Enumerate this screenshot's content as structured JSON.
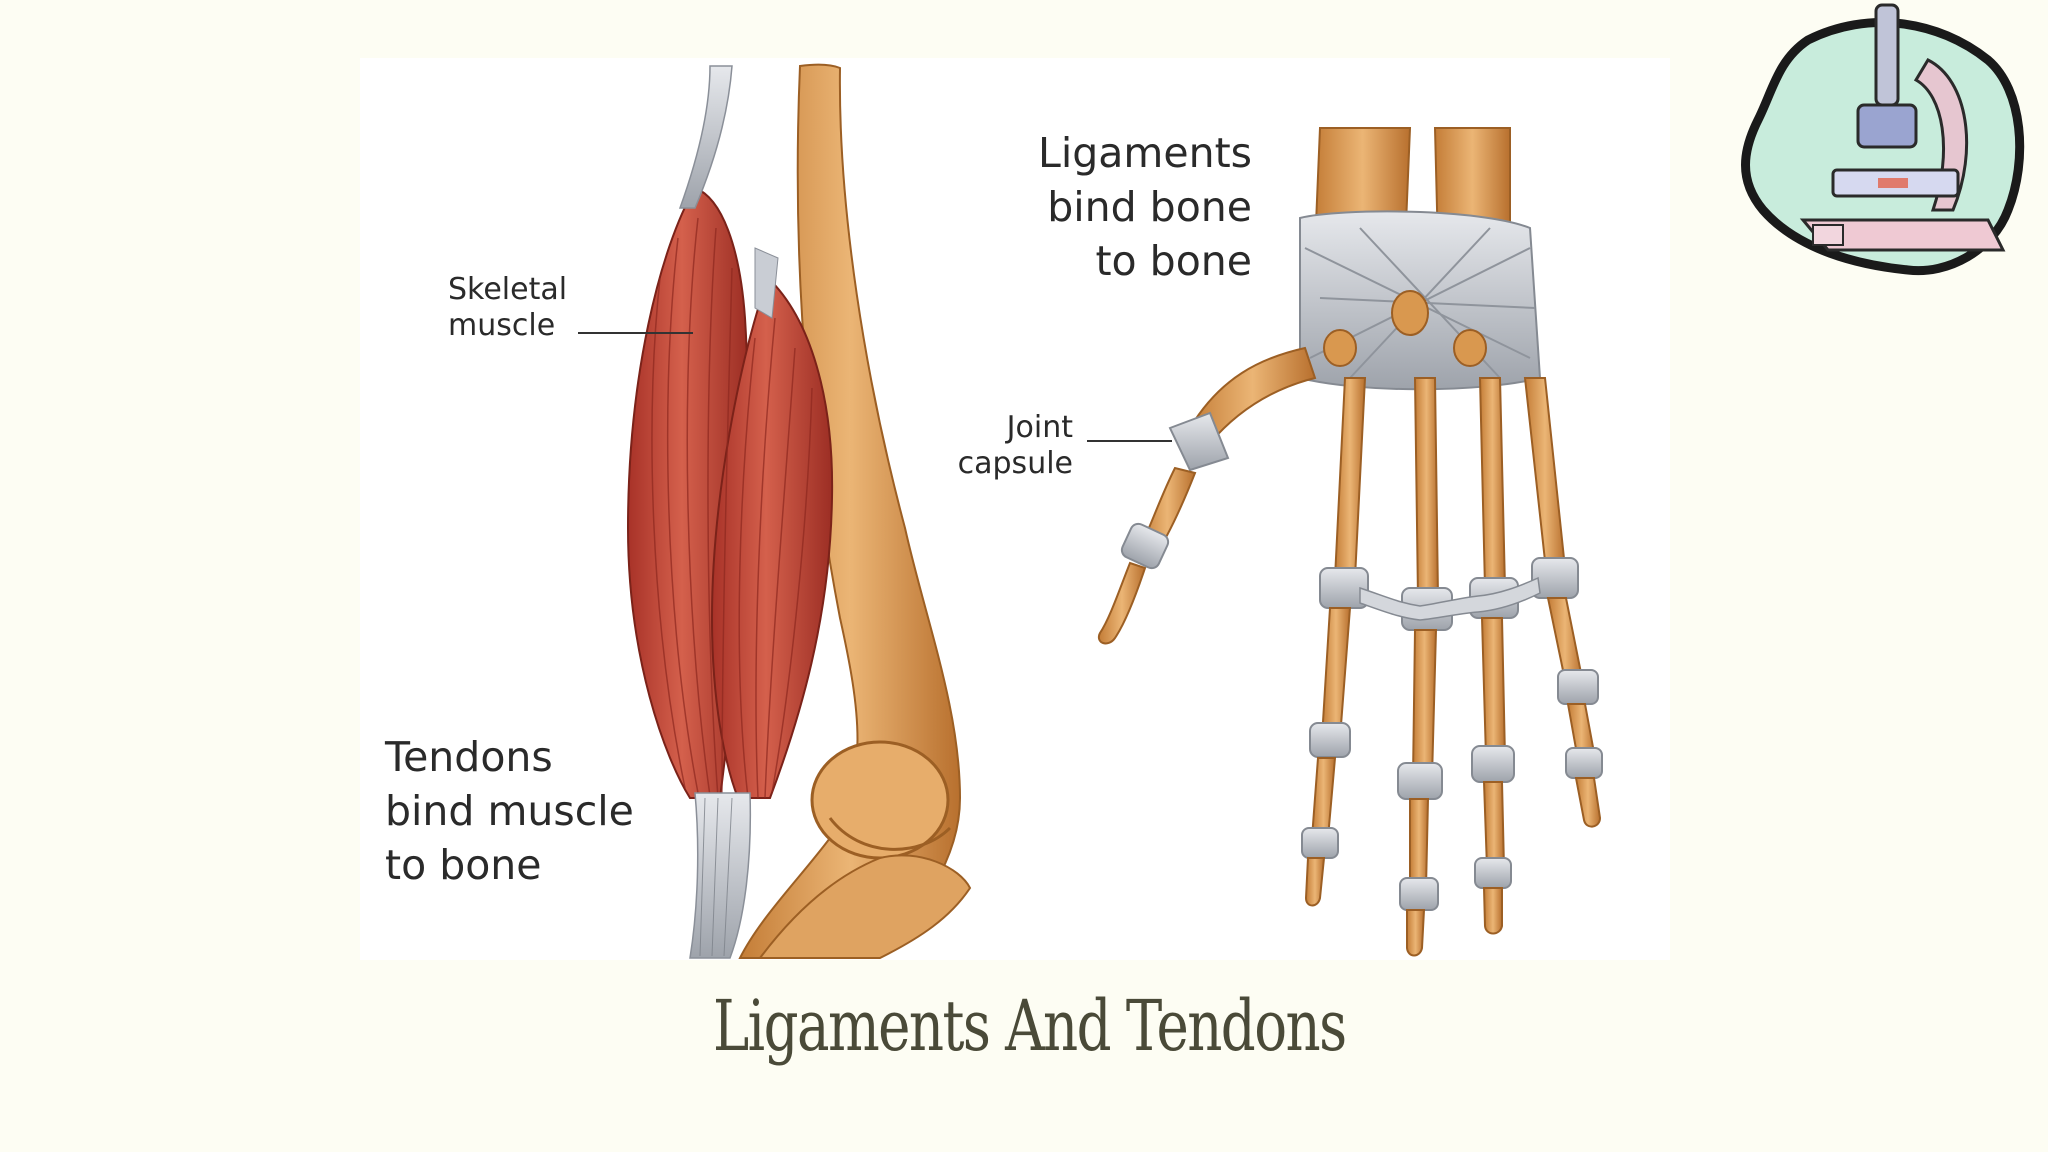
{
  "slide": {
    "title": "Ligaments And Tendons"
  },
  "figure": {
    "labels": {
      "skeletal_muscle": "Skeletal\nmuscle",
      "tendons": "Tendons\nbind muscle\nto bone",
      "ligaments": "Ligaments\nbind bone\nto bone",
      "joint_capsule": "Joint\ncapsule"
    }
  },
  "colors": {
    "background": "#fdfdf3",
    "muscle": "#c84a3c",
    "bone": "#d9984f",
    "ligament": "#c9cdd4",
    "title": "#4a4a38"
  },
  "icons": {
    "corner": "microscope-icon"
  }
}
